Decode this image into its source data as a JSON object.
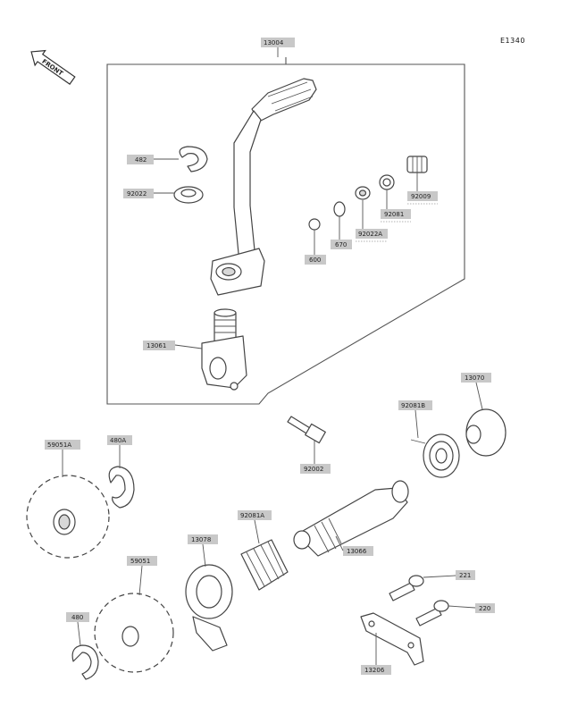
{
  "diagram_code": "E1340",
  "front_label": "FRONT",
  "labels": {
    "p13004": "13004",
    "p482": "482",
    "p92022": "92022",
    "p92009": "92009",
    "p92081": "92081",
    "p92022A": "92022A",
    "p670": "670",
    "p600": "600",
    "p13061": "13061",
    "p13070": "13070",
    "p92081B": "92081B",
    "p92002": "92002",
    "p59051A": "59051A",
    "p480A": "480A",
    "p92081A": "92081A",
    "p13078": "13078",
    "p13066": "13066",
    "p59051": "59051",
    "p221": "221",
    "p220": "220",
    "p480": "480",
    "p13206": "13206"
  },
  "colors": {
    "line": "#444444",
    "label_fill": "#c8c8c8"
  }
}
